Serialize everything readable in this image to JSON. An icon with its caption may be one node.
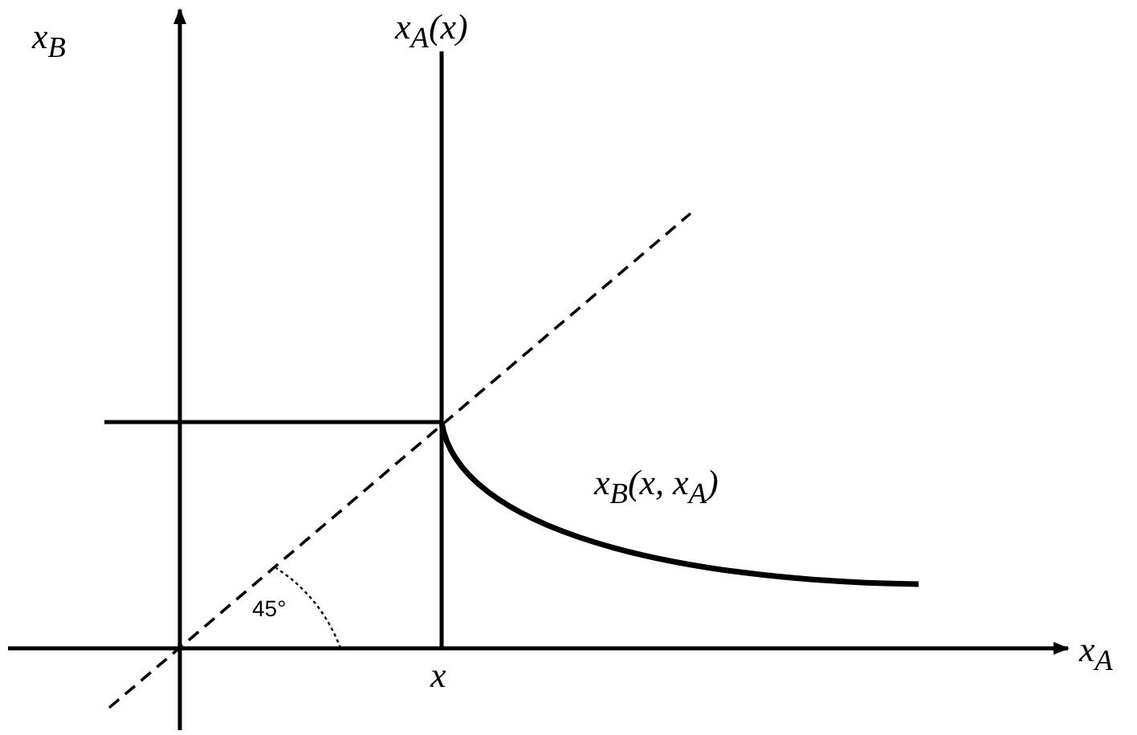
{
  "diagram": {
    "labels": [
      "x$_{B}$",
      "x$_{A}$(x)",
      "x$_{B}$(x, x$_{A}$)",
      "45°",
      "x",
      "x$_{A}$"
    ]
  }
}
